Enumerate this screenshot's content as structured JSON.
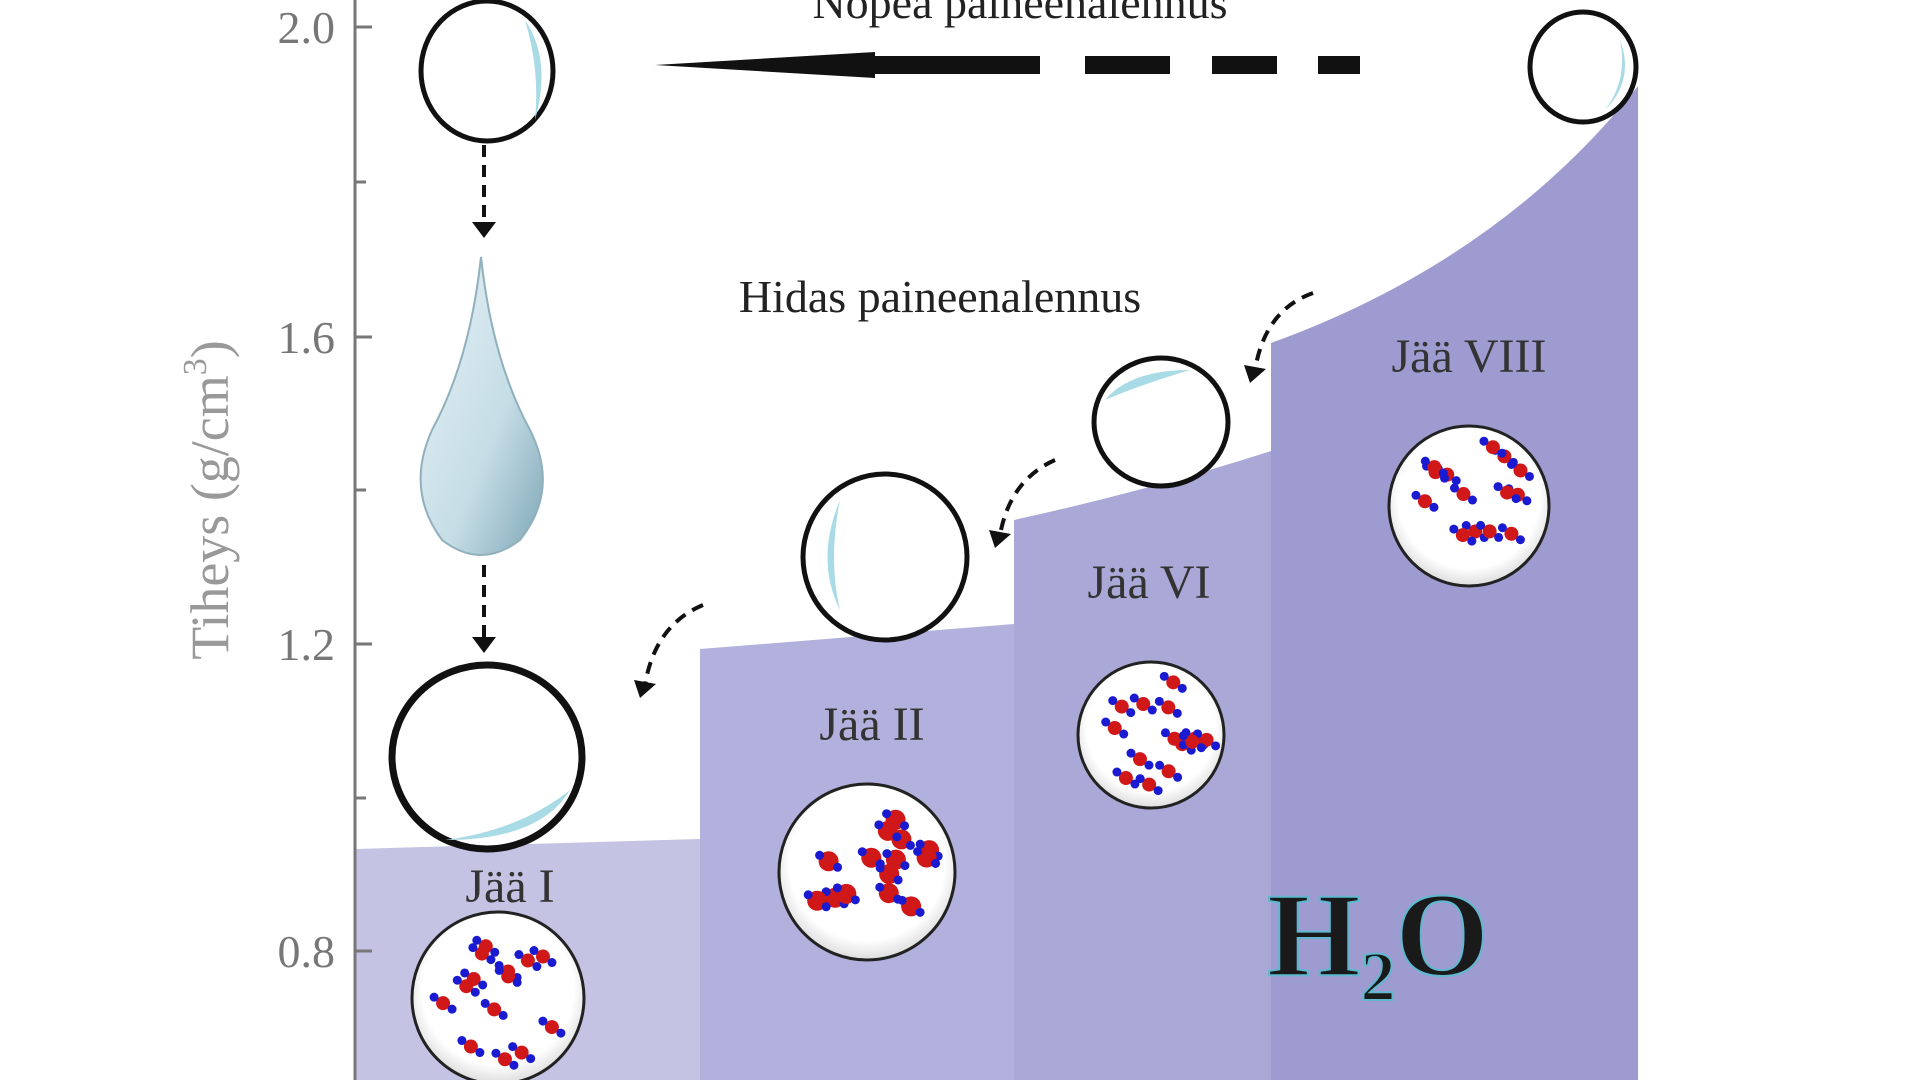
{
  "chart_data": {
    "type": "diagram",
    "y_axis": {
      "label": "Tiheys (g/cm",
      "label_sup": "3",
      "label_close": ")",
      "ticks": [
        "2.0",
        "1.6",
        "1.2",
        "0.8"
      ]
    },
    "phases": [
      {
        "name": "Jää I",
        "color": "#c4c3e4"
      },
      {
        "name": "Jää II",
        "color": "#b2b0dc"
      },
      {
        "name": "Jää VI",
        "color": "#aaa8d6"
      },
      {
        "name": "Jää VIII",
        "color": "#9e9bd0"
      }
    ],
    "annotations": {
      "fast": "Nopea paineenalennus",
      "slow": "Hidas paineenalennus"
    },
    "formula": {
      "h": "H",
      "sub": "2",
      "o": "O"
    }
  }
}
